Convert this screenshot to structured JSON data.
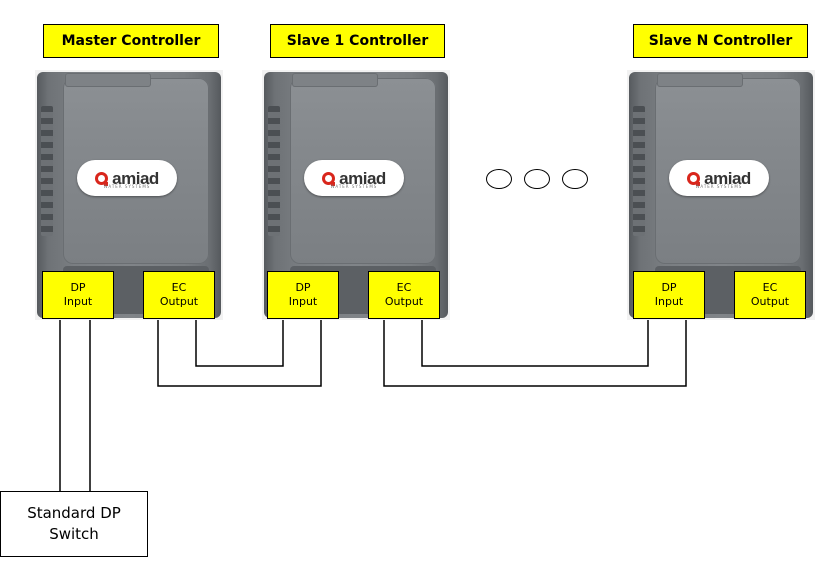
{
  "controllers": [
    {
      "title": "Master Controller",
      "ports": {
        "dp": "DP\nInput",
        "ec": "EC\nOutput"
      }
    },
    {
      "title": "Slave 1 Controller",
      "ports": {
        "dp": "DP\nInput",
        "ec": "EC\nOutput"
      }
    },
    {
      "title": "Slave N Controller",
      "ports": {
        "dp": "DP\nInput",
        "ec": "EC\nOutput"
      }
    }
  ],
  "port_labels": {
    "dp_line1": "DP",
    "dp_line2": "Input",
    "ec_line1": "EC",
    "ec_line2": "Output"
  },
  "logo": {
    "word": "amiad",
    "sub": "WATER SYSTEMS"
  },
  "switch": {
    "label": "Standard DP\nSwitch"
  },
  "colors": {
    "label_fill": "#ffff00",
    "line": "#000000",
    "device_gray": "#7e8286",
    "logo_red": "#d9261c"
  },
  "ellipsis_count": 3
}
